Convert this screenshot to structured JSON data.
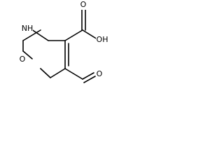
{
  "diagram": {
    "type": "chemical-structure",
    "atoms": {
      "nh": "NH",
      "o_ring": "O",
      "o_carbonyl_acid": "O",
      "oh": "OH",
      "o_aldehyde": "O"
    }
  }
}
